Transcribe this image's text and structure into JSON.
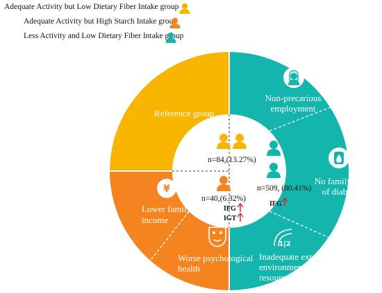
{
  "colors": {
    "yellow": "#F7B500",
    "orange": "#F4841F",
    "teal": "#13B5AC",
    "arrow": "#D62020"
  },
  "legend": [
    {
      "label": "Adequate Activity but Low Dietary Fiber Intake group",
      "color": "#F7B500",
      "icon": "person-icon"
    },
    {
      "label": "Adequate Activity but High Starch Intake group",
      "color": "#F4841F",
      "icon": "person-icon"
    },
    {
      "label": "Less Activity and Low Dietary Fiber Intake group",
      "color": "#13B5AC",
      "icon": "person-icon"
    }
  ],
  "segments": {
    "reference": "Reference group",
    "employment_1": "Non-precarious",
    "employment_2": "employment",
    "family_history_1": "No family history",
    "family_history_2": "of diabetes",
    "income_1": "Lower family",
    "income_2": "income",
    "psych_1": "Worse psychological",
    "psych_2": "health",
    "external_1": "Inadequate external",
    "external_2": "environmental",
    "external_3": "resources"
  },
  "center": {
    "yellow_stat": "n=84,(13.27%)",
    "orange_stat": "n=40,(6.32%)",
    "teal_stat": "n=509, (80.41%)",
    "ifg": "IFG",
    "igt": "IGT",
    "ifg_teal": "IFG",
    "income_icon": "yen-icon",
    "fraction_text": "1|2"
  }
}
